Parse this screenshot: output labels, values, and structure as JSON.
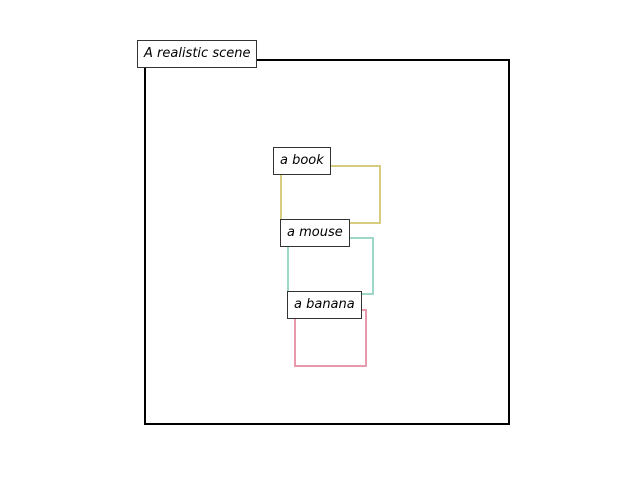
{
  "scene": {
    "title": "A realistic scene"
  },
  "objects": [
    {
      "label": "a book",
      "color": "#d8cc80"
    },
    {
      "label": "a mouse",
      "color": "#9ed6c8"
    },
    {
      "label": "a banana",
      "color": "#e89aac"
    }
  ]
}
